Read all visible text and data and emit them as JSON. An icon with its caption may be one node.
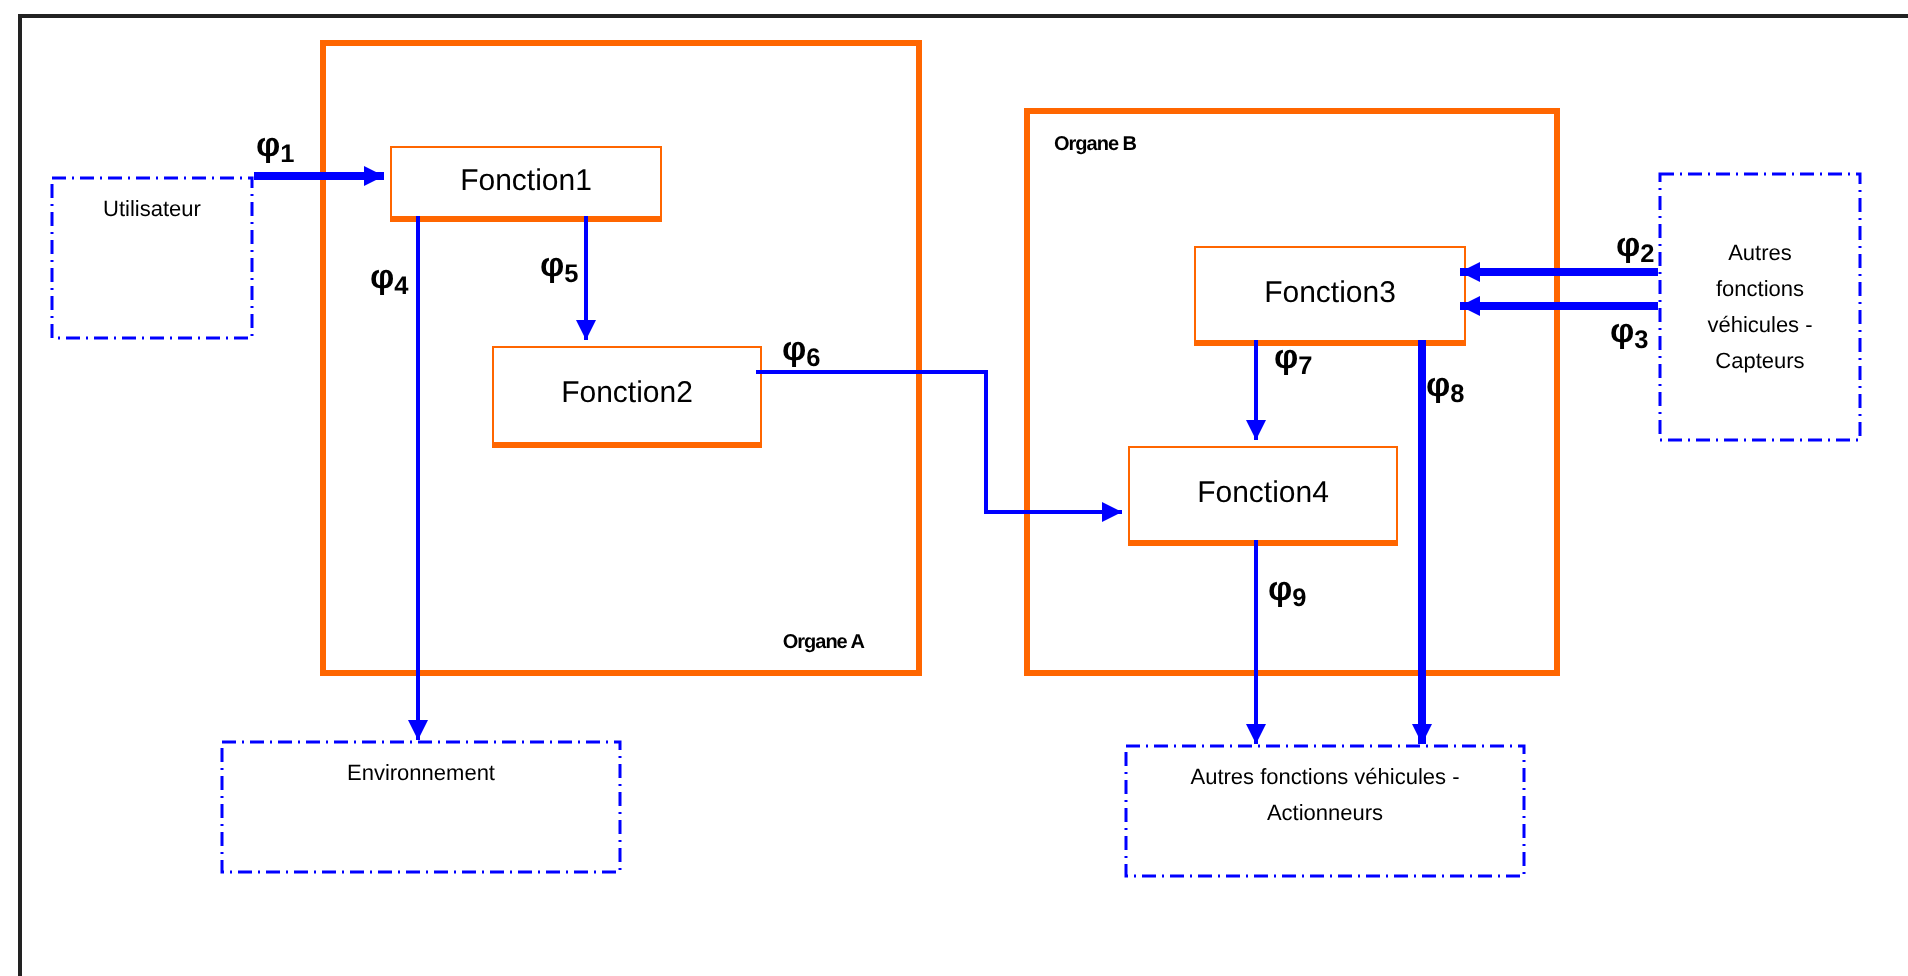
{
  "diagram": {
    "nodes": [
      {
        "text": [
          "Utilisateur"
        ]
      },
      {
        "text": [
          "Organe A"
        ]
      },
      {
        "text": [
          "Fonction1"
        ],
        "in": 1
      },
      {
        "text": [
          "Fonction2"
        ],
        "in": 1
      },
      {
        "text": [
          "Organe B"
        ]
      },
      {
        "text": [
          "Fonction3"
        ],
        "in": 4
      },
      {
        "text": [
          "Fonction4"
        ],
        "in": 4
      },
      {
        "text": [
          "Autres fonctions véhicules - Capteurs"
        ]
      },
      {
        "text": [
          "Environnement"
        ]
      },
      {
        "text": [
          "Autres fonctions véhicules - Actionneurs"
        ]
      }
    ],
    "edges": [
      {
        "from": 0,
        "to": 2,
        "arrow": "to",
        "label": "φ$_{1}$",
        "style": "thick"
      },
      {
        "from": 7,
        "to": 5,
        "arrow": "to",
        "label": "φ$_{2}$",
        "style": "thick"
      },
      {
        "from": 7,
        "to": 5,
        "arrow": "to",
        "label": "φ$_{3}$",
        "style": "thick"
      },
      {
        "from": 2,
        "to": 8,
        "arrow": "to",
        "label": "φ$_{4}$"
      },
      {
        "from": 2,
        "to": 3,
        "arrow": "to",
        "label": "φ$_{5}$"
      },
      {
        "from": 3,
        "to": 6,
        "arrow": "to",
        "label": "φ$_{6}$"
      },
      {
        "from": 5,
        "to": 6,
        "arrow": "to",
        "label": "φ$_{7}$"
      },
      {
        "from": 5,
        "to": 9,
        "arrow": "to",
        "label": "φ$_{8}$",
        "style": "thick"
      },
      {
        "from": 6,
        "to": 9,
        "arrow": "to",
        "label": "φ$_{9}$"
      }
    ]
  }
}
